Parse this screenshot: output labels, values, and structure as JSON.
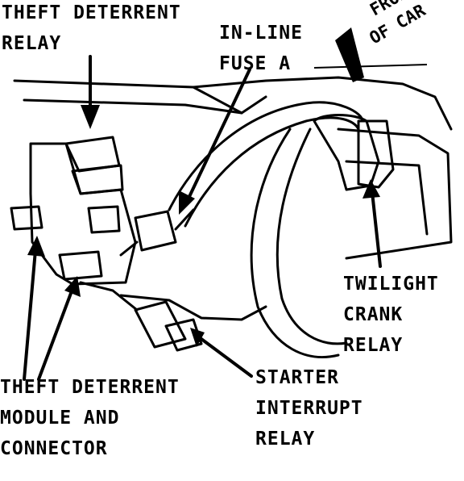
{
  "labels": {
    "theft_relay": [
      "THEFT DETERRENT",
      "RELAY"
    ],
    "inline_fuse": [
      "IN-LINE",
      "FUSE A"
    ],
    "front": [
      "FRONT",
      "OF CAR"
    ],
    "twilight": [
      "TWILIGHT",
      "CRANK",
      "RELAY"
    ],
    "starter": [
      "STARTER",
      "INTERRUPT",
      "RELAY"
    ],
    "theft_module": [
      "THEFT DETERRENT",
      "MODULE AND",
      "CONNECTOR"
    ]
  },
  "colors": {
    "ink": "#000000",
    "paper": "#ffffff"
  }
}
